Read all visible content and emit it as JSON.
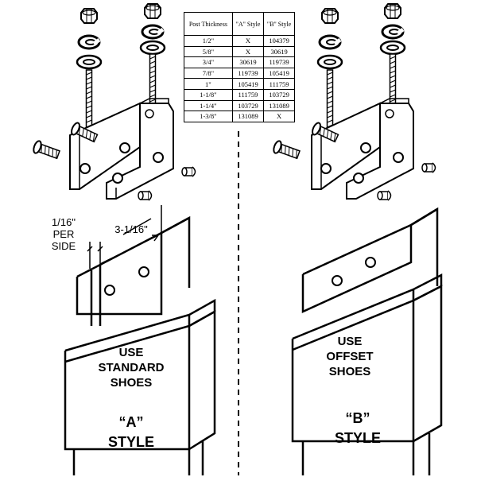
{
  "table": {
    "headers": [
      "Post Thickness",
      "\"A\" Style",
      "\"B\" Style"
    ],
    "rows": [
      [
        "1/2\"",
        "X",
        "104379"
      ],
      [
        "5/8\"",
        "X",
        "30619"
      ],
      [
        "3/4\"",
        "30619",
        "119739"
      ],
      [
        "7/8\"",
        "119739",
        "105419"
      ],
      [
        "1\"",
        "105419",
        "111759"
      ],
      [
        "1-1/8\"",
        "111759",
        "103729"
      ],
      [
        "1-1/4\"",
        "103729",
        "131089"
      ],
      [
        "1-3/8\"",
        "131089",
        "X"
      ]
    ]
  },
  "left": {
    "dim_gap_lines": [
      "1/16\"",
      "PER",
      "SIDE"
    ],
    "dim_width": "3-1/16\"",
    "use_lines": [
      "USE",
      "STANDARD",
      "SHOES"
    ],
    "style_letter": "“A”",
    "style_word": "STYLE"
  },
  "right": {
    "use_lines": [
      "USE",
      "OFFSET",
      "SHOES"
    ],
    "style_letter": "“B”",
    "style_word": "STYLE"
  }
}
